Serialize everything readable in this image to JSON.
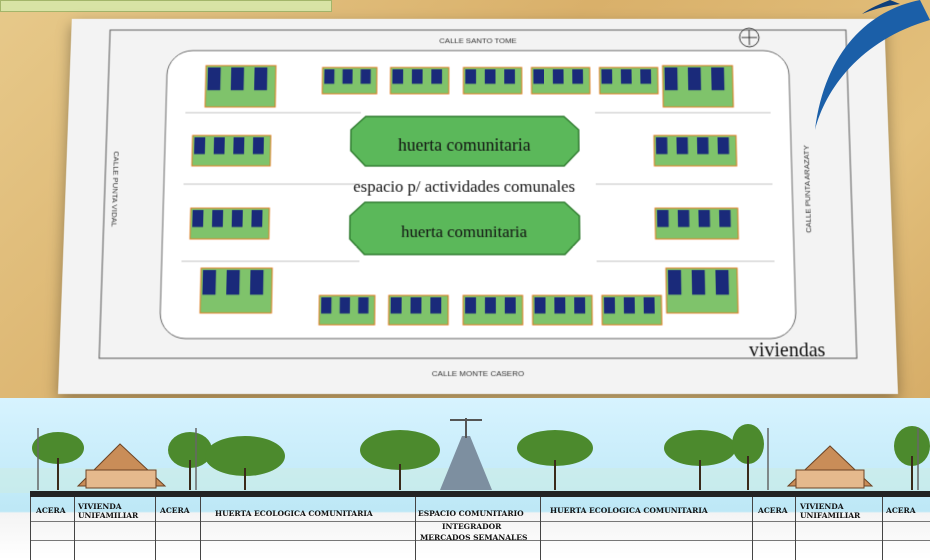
{
  "plan": {
    "streets": {
      "north": "CALLE SANTO TOME",
      "south": "CALLE MONTE CASERO",
      "west": "CALLE PUNTA VIDAL",
      "east": "CALLE PUNTA ARAZATY"
    },
    "labels": {
      "huerta_1": "huerta comunitaria",
      "espacio": "espacio p/ actividades comunales",
      "huerta_2": "huerta comunitaria",
      "viviendas": "viviendas"
    },
    "colors": {
      "huerta_fill": "#5bb85a",
      "roof_blue": "#1a2a7a",
      "yard_green": "#7fc36b",
      "fence_orange": "#e07a1e",
      "swoosh": "#1b5fa8"
    }
  },
  "section": {
    "labels": {
      "acera_left": "ACERA",
      "vivienda_left": "VIVIENDA UNIFAMILIAR",
      "acera_left_2": "ACERA",
      "huerta_left": "HUERTA ECOLOGICA COMUNITARIA",
      "espacio": "ESPACIO COMUNITARIO",
      "integrador": "INTEGRADOR",
      "mercados": "MERCADOS SEMANALES",
      "huerta_right": "HUERTA ECOLOGICA COMUNITARIA",
      "acera_right_1": "ACERA",
      "vivienda_right": "VIVIENDA UNIFAMILIAR",
      "acera_right_2": "ACERA"
    }
  }
}
